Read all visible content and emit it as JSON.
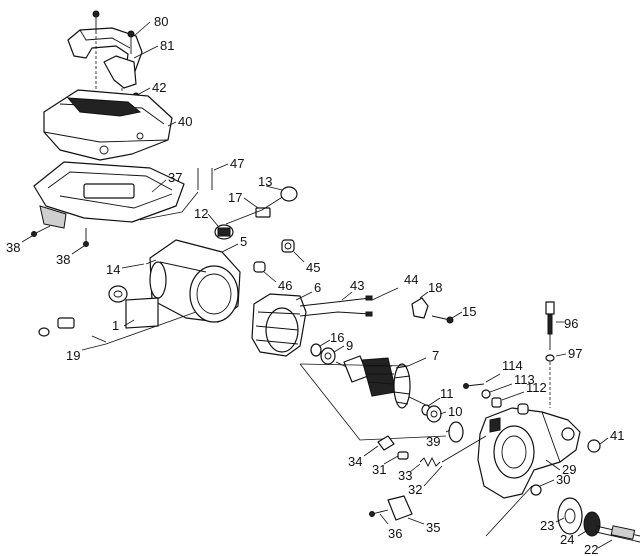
{
  "labels": {
    "p80": "80",
    "p81": "81",
    "p42": "42",
    "p40": "40",
    "p37": "37",
    "p47": "47",
    "p13": "13",
    "p17": "17",
    "p12": "12",
    "p38a": "38",
    "p38b": "38",
    "p5": "5",
    "p14": "14",
    "p45": "45",
    "p46": "46",
    "p6": "6",
    "p43": "43",
    "p44": "44",
    "p18": "18",
    "p15": "15",
    "p1": "1",
    "p19": "19",
    "p16": "16",
    "p9": "9",
    "p7": "7",
    "p96": "96",
    "p97": "97",
    "p114": "114",
    "p113": "113",
    "p112": "112",
    "p11": "11",
    "p10": "10",
    "p41": "41",
    "p39": "39",
    "p34": "34",
    "p31": "31",
    "p33": "33",
    "p32": "32",
    "p29": "29",
    "p30": "30",
    "p23": "23",
    "p24": "24",
    "p22": "22",
    "p36": "36",
    "p35": "35"
  }
}
